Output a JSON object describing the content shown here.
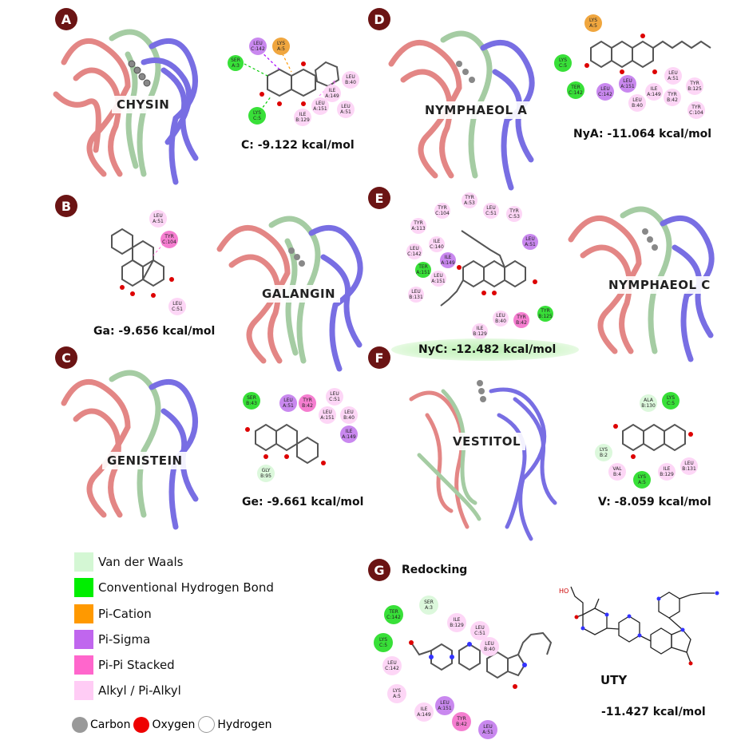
{
  "panels": {
    "A": {
      "badge": "A",
      "name": "CHYSIN",
      "energy": "C: -9.122 kcal/mol",
      "residues": [
        {
          "l1": "SER",
          "l2": "A:3",
          "type": "hbond"
        },
        {
          "l1": "LEU",
          "l2": "C:142",
          "type": "sigma"
        },
        {
          "l1": "LYS",
          "l2": "A:5",
          "type": "cation"
        },
        {
          "l1": "LYS",
          "l2": "C:5",
          "type": "hbond"
        },
        {
          "l1": "ILE",
          "l2": "B:129",
          "type": "alkyl"
        },
        {
          "l1": "LEU",
          "l2": "A:151",
          "type": "alkyl"
        },
        {
          "l1": "ILE",
          "l2": "A:149",
          "type": "alkyl"
        },
        {
          "l1": "LEU",
          "l2": "B:40",
          "type": "alkyl"
        },
        {
          "l1": "LEU",
          "l2": "A:51",
          "type": "alkyl"
        }
      ]
    },
    "B": {
      "badge": "B",
      "name": "GALANGIN",
      "energy": "Ga: -9.656 kcal/mol",
      "residues": [
        {
          "l1": "LEU",
          "l2": "A:51",
          "type": "alkyl"
        },
        {
          "l1": "TYR",
          "l2": "C:104",
          "type": "pipi"
        },
        {
          "l1": "LEU",
          "l2": "C:51",
          "type": "alkyl"
        }
      ]
    },
    "C": {
      "badge": "C",
      "name": "GENISTEIN",
      "energy": "Ge: -9.661 kcal/mol",
      "residues": [
        {
          "l1": "SER",
          "l2": "B:43",
          "type": "hbond"
        },
        {
          "l1": "LEU",
          "l2": "A:51",
          "type": "sigma"
        },
        {
          "l1": "TYR",
          "l2": "B:42",
          "type": "pipi"
        },
        {
          "l1": "LEU",
          "l2": "C:51",
          "type": "alkyl"
        },
        {
          "l1": "LEU",
          "l2": "A:151",
          "type": "alkyl"
        },
        {
          "l1": "LEU",
          "l2": "B:40",
          "type": "alkyl"
        },
        {
          "l1": "ILE",
          "l2": "A:149",
          "type": "sigma"
        },
        {
          "l1": "GLY",
          "l2": "B:95",
          "type": "vdw"
        }
      ]
    },
    "D": {
      "badge": "D",
      "name": "NYMPHAEOL A",
      "energy": "NyA: -11.064 kcal/mol",
      "residues": [
        {
          "l1": "LYS",
          "l2": "A:5",
          "type": "cation"
        },
        {
          "l1": "LYS",
          "l2": "C:5",
          "type": "hbond"
        },
        {
          "l1": "TER",
          "l2": "C:142",
          "type": "hbond"
        },
        {
          "l1": "LEU",
          "l2": "C:142",
          "type": "sigma"
        },
        {
          "l1": "LEU",
          "l2": "A:151",
          "type": "sigma"
        },
        {
          "l1": "LEU",
          "l2": "B:40",
          "type": "alkyl"
        },
        {
          "l1": "ILE",
          "l2": "A:149",
          "type": "alkyl"
        },
        {
          "l1": "LEU",
          "l2": "A:51",
          "type": "alkyl"
        },
        {
          "l1": "TYR",
          "l2": "B:42",
          "type": "alkyl"
        },
        {
          "l1": "TYR",
          "l2": "B:125",
          "type": "alkyl"
        },
        {
          "l1": "TYR",
          "l2": "C:104",
          "type": "alkyl"
        }
      ]
    },
    "E": {
      "badge": "E",
      "name": "NYMPHAEOL C",
      "energy": "NyC: -12.482 kcal/mol",
      "residues": [
        {
          "l1": "TYR",
          "l2": "A:53",
          "type": "alkyl"
        },
        {
          "l1": "TYR",
          "l2": "C:104",
          "type": "alkyl"
        },
        {
          "l1": "LEU",
          "l2": "C:51",
          "type": "alkyl"
        },
        {
          "l1": "TYR",
          "l2": "C:53",
          "type": "alkyl"
        },
        {
          "l1": "TYR",
          "l2": "A:113",
          "type": "alkyl"
        },
        {
          "l1": "ILE",
          "l2": "C:140",
          "type": "alkyl"
        },
        {
          "l1": "LEU",
          "l2": "A:51",
          "type": "sigma"
        },
        {
          "l1": "LEU",
          "l2": "C:142",
          "type": "alkyl"
        },
        {
          "l1": "ILE",
          "l2": "A:149",
          "type": "sigma"
        },
        {
          "l1": "TER",
          "l2": "A:151",
          "type": "hbond"
        },
        {
          "l1": "LEU",
          "l2": "A:151",
          "type": "alkyl"
        },
        {
          "l1": "LEU",
          "l2": "B:131",
          "type": "alkyl"
        },
        {
          "l1": "LEU",
          "l2": "B:40",
          "type": "alkyl"
        },
        {
          "l1": "TYR",
          "l2": "B:42",
          "type": "pipi"
        },
        {
          "l1": "TYR",
          "l2": "B:125",
          "type": "hbond"
        },
        {
          "l1": "ILE",
          "l2": "B:129",
          "type": "alkyl"
        }
      ]
    },
    "F": {
      "badge": "F",
      "name": "VESTITOL",
      "energy": "V: -8.059 kcal/mol",
      "residues": [
        {
          "l1": "ALA",
          "l2": "B:130",
          "type": "vdw"
        },
        {
          "l1": "LYS",
          "l2": "C:5",
          "type": "hbond"
        },
        {
          "l1": "LYS",
          "l2": "B:2",
          "type": "vdw"
        },
        {
          "l1": "VAL",
          "l2": "B:4",
          "type": "alkyl"
        },
        {
          "l1": "LYS",
          "l2": "A:5",
          "type": "hbond"
        },
        {
          "l1": "ILE",
          "l2": "B:129",
          "type": "alkyl"
        },
        {
          "l1": "LEU",
          "l2": "B:131",
          "type": "alkyl"
        }
      ]
    },
    "G": {
      "badge": "G",
      "title": "Redocking",
      "ligand": "UTY",
      "energy": "-11.427 kcal/mol",
      "residues": [
        {
          "l1": "TER",
          "l2": "C:142",
          "type": "hbond"
        },
        {
          "l1": "SER",
          "l2": "A:3",
          "type": "vdw"
        },
        {
          "l1": "LYS",
          "l2": "C:5",
          "type": "hbond"
        },
        {
          "l1": "ILE",
          "l2": "B:129",
          "type": "alkyl"
        },
        {
          "l1": "LEU",
          "l2": "C:51",
          "type": "alkyl"
        },
        {
          "l1": "LEU",
          "l2": "B:40",
          "type": "alkyl"
        },
        {
          "l1": "LEU",
          "l2": "C:142",
          "type": "alkyl"
        },
        {
          "l1": "LYS",
          "l2": "A:5",
          "type": "alkyl"
        },
        {
          "l1": "ILE",
          "l2": "A:149",
          "type": "alkyl"
        },
        {
          "l1": "LEU",
          "l2": "A:151",
          "type": "sigma"
        },
        {
          "l1": "TYR",
          "l2": "B:42",
          "type": "pipi"
        },
        {
          "l1": "LEU",
          "l2": "A:51",
          "type": "sigma"
        }
      ],
      "structure_labels": {
        "oh": "HO"
      }
    }
  },
  "legend": {
    "items": [
      {
        "label": "Van der Waals",
        "color": "#d4f7d4"
      },
      {
        "label": "Conventional Hydrogen Bond",
        "color": "#00ee00"
      },
      {
        "label": "Pi-Cation",
        "color": "#ff9900"
      },
      {
        "label": "Pi-Sigma",
        "color": "#c066ee"
      },
      {
        "label": "Pi-Pi Stacked",
        "color": "#ff66cc"
      },
      {
        "label": "Alkyl / Pi-Alkyl",
        "color": "#ffccf5"
      }
    ],
    "atoms": [
      {
        "label": "Carbon",
        "color": "#999999"
      },
      {
        "label": "Oxygen",
        "color": "#ee0000"
      },
      {
        "label": "Hydrogen",
        "color": "#ffffff"
      }
    ]
  },
  "colors": {
    "badge": "#6b1414",
    "chainA": "#e07a78",
    "chainB": "#9cc79a",
    "chainC": "#6a5fe0"
  }
}
